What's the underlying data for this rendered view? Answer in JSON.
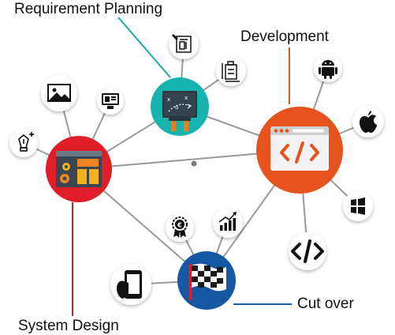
{
  "labels": {
    "requirement_planning": "Requirement Planning",
    "development": "Development",
    "system_design": "System Design",
    "cut_over": "Cut over"
  },
  "colors": {
    "teal": "#17b3ae",
    "orange": "#e7531f",
    "red": "#e01e2a",
    "blue": "#1557a3",
    "connector": "#9a9a9a",
    "teal_line": "#15a8a6",
    "orange_line": "#e05a1e",
    "red_line": "#d7202b",
    "blue_line": "#1b5aa8"
  },
  "icons": {
    "requirement_planning_hub": "chalkboard-strategy-icon",
    "development_hub": "code-window-icon",
    "system_design_hub": "layout-design-icon",
    "cut_over_hub": "checkered-flag-icon",
    "satellites": [
      "blueprint-icon",
      "building-plan-icon",
      "image-icon",
      "monitor-icon",
      "pen-tool-icon",
      "android-icon",
      "apple-icon",
      "windows-icon",
      "code-brackets-icon",
      "euro-badge-icon",
      "growth-chart-icon",
      "mobile-tap-icon"
    ]
  }
}
